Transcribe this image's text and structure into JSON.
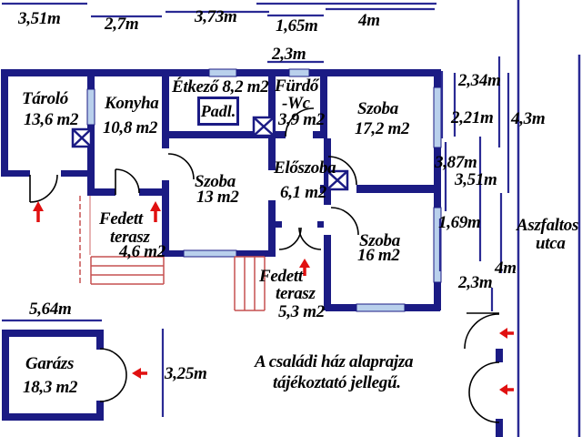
{
  "note": {
    "line1": "A családi ház alaprajza",
    "line2": "tájékoztató jellegű."
  },
  "street": {
    "line1": "Aszfaltos",
    "line2": "utca"
  },
  "rooms": {
    "tarolo": {
      "name": "Tároló",
      "area": "13,6 m2"
    },
    "konyha": {
      "name": "Konyha",
      "area": "10,8 m2"
    },
    "etkezo": {
      "label": "Étkező 8,2 m2"
    },
    "padlas": {
      "label": "Padl."
    },
    "furdo": {
      "name": "Fürdő",
      "name2": "-Wc",
      "area": "3,9 m2"
    },
    "szoba17": {
      "name": "Szoba",
      "area": "17,2 m2"
    },
    "szoba13": {
      "name": "Szoba",
      "area": "13 m2"
    },
    "eloszoba": {
      "name": "Előszoba",
      "area": "6,1 m2"
    },
    "szoba16": {
      "name": "Szoba",
      "area": "16 m2"
    },
    "terasz1": {
      "name": "Fedett",
      "name2": "terasz",
      "area": "4,6 m2"
    },
    "terasz2": {
      "name": "Fedett",
      "name2": "terasz",
      "area": "5,3 m2"
    },
    "garazs": {
      "name": "Garázs",
      "area": "18,3 m2"
    }
  },
  "dimensions": {
    "top": {
      "d1": "3,51m",
      "d2": "2,7m",
      "d3": "3,73m",
      "d4": "1,65m",
      "d5": "4m",
      "d6": "2,3m"
    },
    "right": {
      "d1": "2,34m",
      "d2": "2,21m",
      "d3": "4,3m",
      "d4": "3,87m",
      "d5": "3,51m",
      "d6": "1,69m",
      "d7": "4m",
      "d8": "2,3m"
    },
    "bottom": {
      "d1": "5,64m",
      "d2": "3,25m"
    }
  },
  "colors": {
    "wall": "#1b1b84",
    "thin_line": "#2a2a94",
    "window": "#b9d0ec",
    "arrow_red": "#e01010",
    "steps_red": "#c65050"
  }
}
